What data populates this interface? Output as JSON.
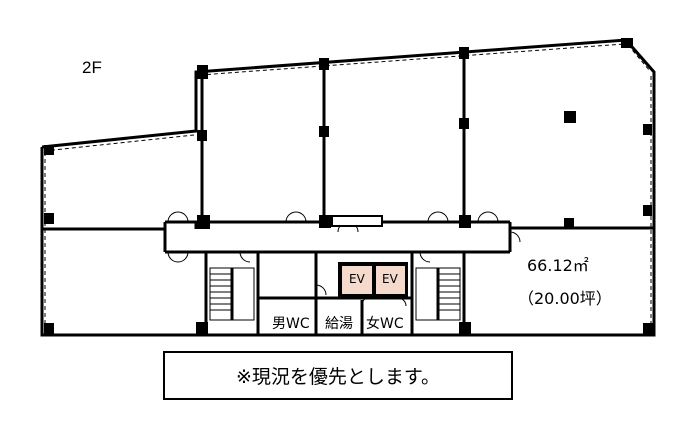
{
  "floor": {
    "label": "2F"
  },
  "leased_area": {
    "area_m2": "66.12㎡",
    "area_tsubo": "（20.00坪）"
  },
  "core": {
    "elevators": [
      "EV",
      "EV"
    ],
    "rooms": {
      "mens_wc": "男WC",
      "kitchenette": "給湯",
      "womens_wc": "女WC"
    }
  },
  "note": {
    "text": "※現況を優先とします。"
  },
  "colors": {
    "wall": "#000000",
    "elevator_fill": "#f5d9cc",
    "background": "#ffffff"
  }
}
